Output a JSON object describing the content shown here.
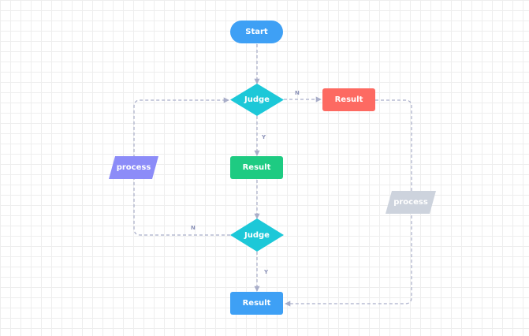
{
  "colors": {
    "connector": "#a9aec9",
    "start": "#3ea0f5",
    "judge": "#1cc8d8",
    "result_green": "#1ecb82",
    "result_red": "#fd6a62",
    "result_blue": "#3ea0f5",
    "process_purple": "#8c8cf8",
    "process_gray": "#cdd3dd",
    "label": "#8b92b8"
  },
  "nodes": {
    "start": {
      "label": "Start"
    },
    "judge_top": {
      "label": "Judge"
    },
    "judge_bottom": {
      "label": "Judge"
    },
    "result_red": {
      "label": "Result"
    },
    "result_green": {
      "label": "Result"
    },
    "result_bottom": {
      "label": "Result"
    },
    "process_left": {
      "label": "process"
    },
    "process_right": {
      "label": "process"
    }
  },
  "edge_labels": {
    "judge_top_no": "N",
    "judge_top_yes": "Y",
    "judge_bottom_no": "N",
    "judge_bottom_yes": "Y"
  }
}
